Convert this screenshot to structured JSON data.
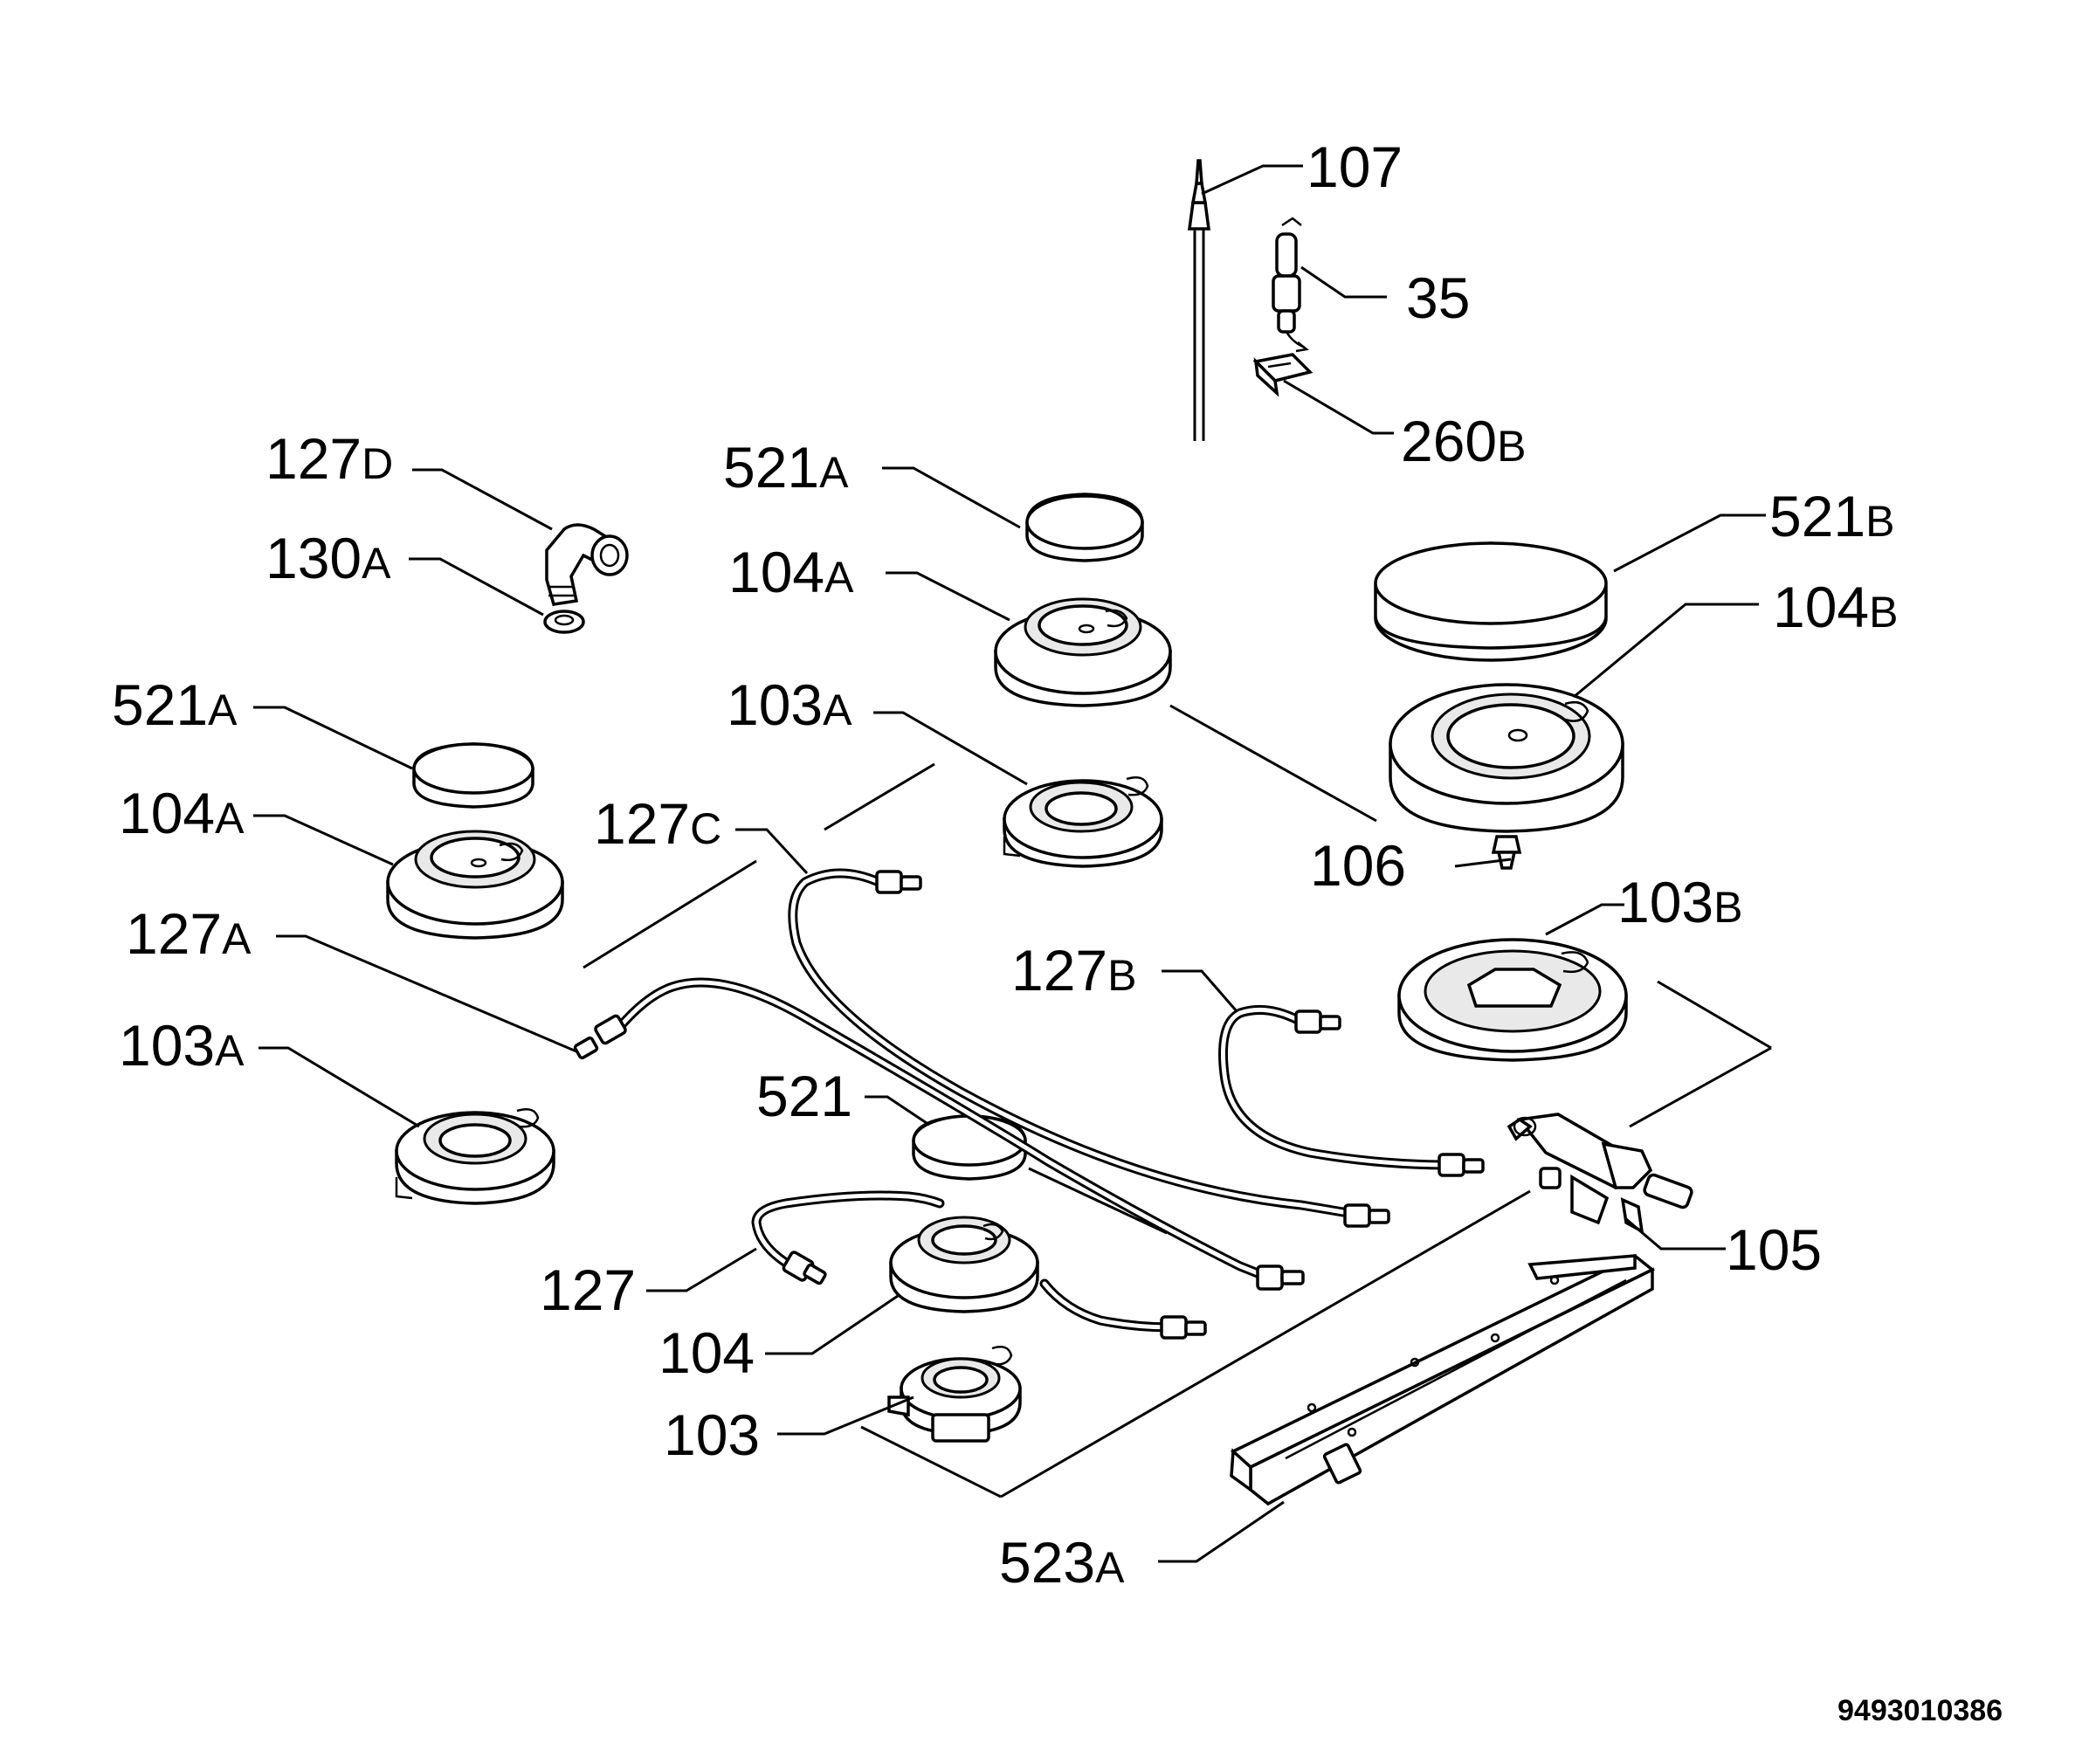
{
  "labels": {
    "l107": "107",
    "l35": "35",
    "l260b": "260",
    "l260b_s": "B",
    "l521b": "521",
    "l521b_s": "B",
    "l104b": "104",
    "l104b_s": "B",
    "l127d": "127",
    "l127d_s": "D",
    "l130a": "130",
    "l130a_s": "A",
    "l521a_top": "521",
    "l521a_top_s": "A",
    "l104a_top": "104",
    "l104a_top_s": "A",
    "l103a_top": "103",
    "l103a_top_s": "A",
    "l521a_left": "521",
    "l521a_left_s": "A",
    "l104a_left": "104",
    "l104a_left_s": "A",
    "l127c": "127",
    "l127c_s": "C",
    "l106": "106",
    "l103b": "103",
    "l103b_s": "B",
    "l127a": "127",
    "l127a_s": "A",
    "l127b": "127",
    "l127b_s": "B",
    "l103a_left": "103",
    "l103a_left_s": "A",
    "l521": "521",
    "l105": "105",
    "l127": "127",
    "l104": "104",
    "l103": "103",
    "l523a": "523",
    "l523a_s": "A"
  },
  "drawing_code": "9493010386"
}
